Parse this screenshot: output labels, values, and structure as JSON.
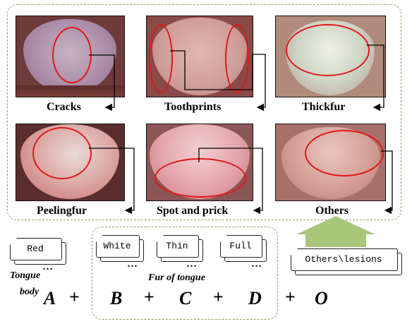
{
  "panels": [
    {
      "caption": "Cracks"
    },
    {
      "caption": "Toothprints"
    },
    {
      "caption": "Thickfur"
    },
    {
      "caption": "Peelingfur"
    },
    {
      "caption": "Spot and prick"
    },
    {
      "caption": "Others"
    }
  ],
  "tongue_body": {
    "label_line1": "Tongue",
    "label_line2": "body",
    "tag": "Red",
    "ellipsis": "…"
  },
  "fur": {
    "label": "Fur of tongue",
    "tags": [
      "White",
      "Thin",
      "Full"
    ],
    "ellipsis": "…"
  },
  "others_tag": "Others\\lesions",
  "formula": {
    "a": "A",
    "b": "B",
    "c": "C",
    "d": "D",
    "o": "O",
    "plus": "+"
  },
  "colors": {
    "ring": "#e01818",
    "arrow": "#a8c77a",
    "dashed": "#9a9a6a"
  }
}
